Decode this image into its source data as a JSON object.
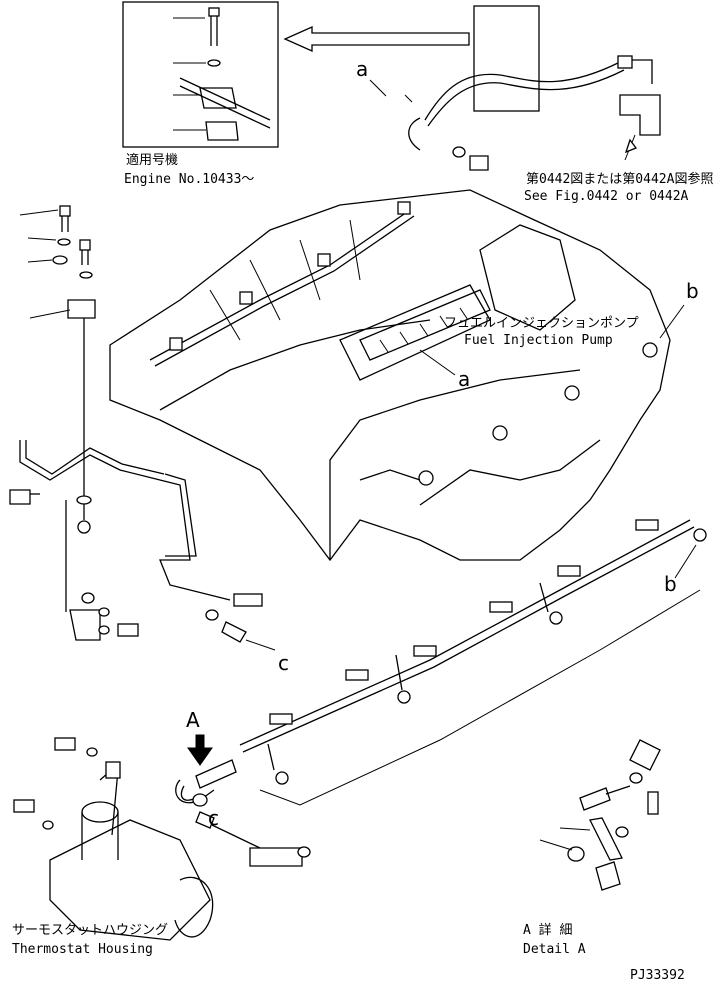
{
  "inset": {
    "applicable_jp": "適用号機",
    "applicable_en": "Engine No.10433～"
  },
  "references": {
    "see_fig_jp": "第0442図または第0442A図参照",
    "see_fig_en": "See Fig.0442 or 0442A"
  },
  "components": {
    "fuel_pump_jp": "フュエルインジェクションポンプ",
    "fuel_pump_en": "Fuel Injection Pump",
    "thermostat_jp": "サーモスタットハウジング",
    "thermostat_en": "Thermostat Housing",
    "detail_jp": "A 詳 細",
    "detail_en": "Detail A"
  },
  "markers": {
    "a_top": "a",
    "a_pump": "a",
    "b_pump": "b",
    "b_pipe": "b",
    "c_left": "c",
    "c_bottom": "c",
    "view_A": "A"
  },
  "drawing_number": "PJ33392"
}
